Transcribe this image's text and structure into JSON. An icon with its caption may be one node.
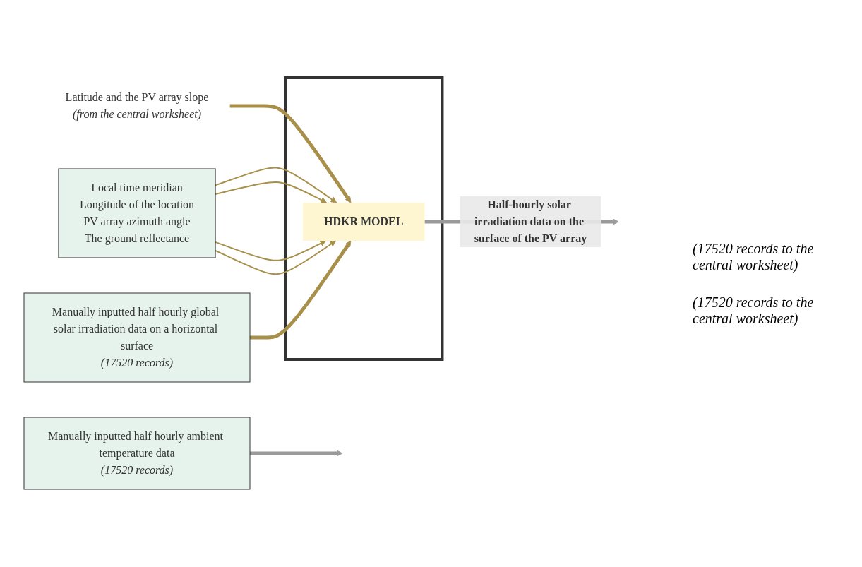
{
  "diagram": {
    "nodes": [
      {
        "text": [],
        "shape": "box"
      },
      {
        "text": [
          "Latitude and the PV array slope",
          "(from the central worksheet)"
        ]
      },
      {
        "text": [
          "Local time meridian",
          "Longitude of the location",
          "PV array azimuth angle",
          "The ground reflectance"
        ]
      },
      {
        "text": [
          "Manually inputted half hourly global solar irradiation data on a horizontal surface",
          "(17520 records)"
        ]
      },
      {
        "text": [
          "HDKR MODEL"
        ],
        "in": 0
      },
      {
        "text": [
          "Manually inputted half hourly ambient temperature data",
          "(17520 records)"
        ]
      }
    ],
    "edges": [
      {
        "from": 1,
        "to": 4,
        "arrow": "to",
        "style": "thick"
      },
      {
        "from": 2,
        "to": 4,
        "arrow": "to"
      },
      {
        "from": 2,
        "to": 4,
        "arrow": "to"
      },
      {
        "from": 2,
        "to": 4,
        "arrow": "to"
      },
      {
        "from": 2,
        "to": 4,
        "arrow": "to"
      },
      {
        "from": 3,
        "to": 4,
        "arrow": "to",
        "style": "thick"
      },
      {
        "from": 4,
        "to": null,
        "arrow": "to",
        "style": "thick",
        "color": "#9a9a9a",
        "label": "Half-hourly solar irradiation data on the surface of the PV array"
      },
      {
        "from": 5,
        "to": null,
        "arrow": "to",
        "style": "thick",
        "color": "#9a9a9a"
      }
    ],
    "labels": [
      "(17520 records to the central worksheet)",
      "(17520 records to the central worksheet)"
    ]
  }
}
